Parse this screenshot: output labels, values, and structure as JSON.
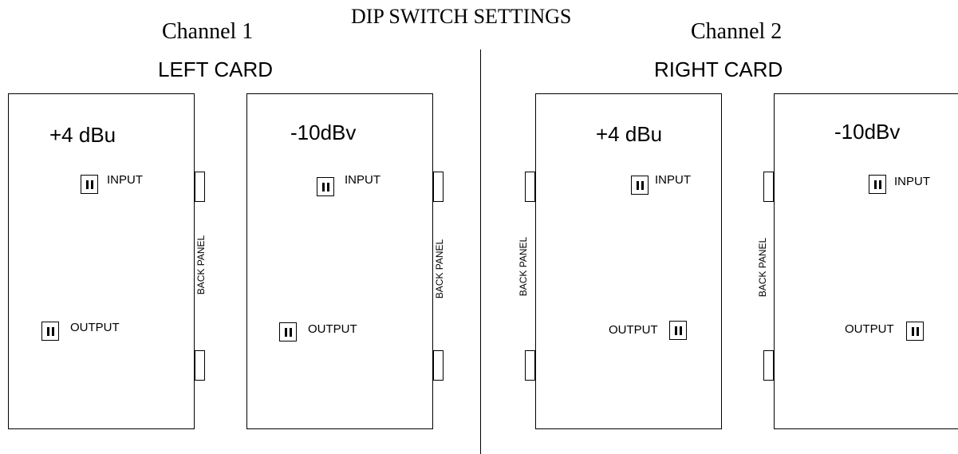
{
  "title": "DIP SWITCH SETTINGS",
  "channels": [
    {
      "name": "Channel 1",
      "card": "LEFT CARD",
      "panels": [
        {
          "level": "+4 dBu",
          "input_label": "INPUT",
          "output_label": "OUTPUT",
          "back_panel": "BACK PANEL"
        },
        {
          "level": "-10dBv",
          "input_label": "INPUT",
          "output_label": "OUTPUT",
          "back_panel": "BACK PANEL"
        }
      ]
    },
    {
      "name": "Channel 2",
      "card": "RIGHT CARD",
      "panels": [
        {
          "level": "+4 dBu",
          "input_label": "INPUT",
          "output_label": "OUTPUT",
          "back_panel": "BACK PANEL"
        },
        {
          "level": "-10dBv",
          "input_label": "INPUT",
          "output_label": "OUTPUT",
          "back_panel": "BACK PANEL"
        }
      ]
    }
  ]
}
